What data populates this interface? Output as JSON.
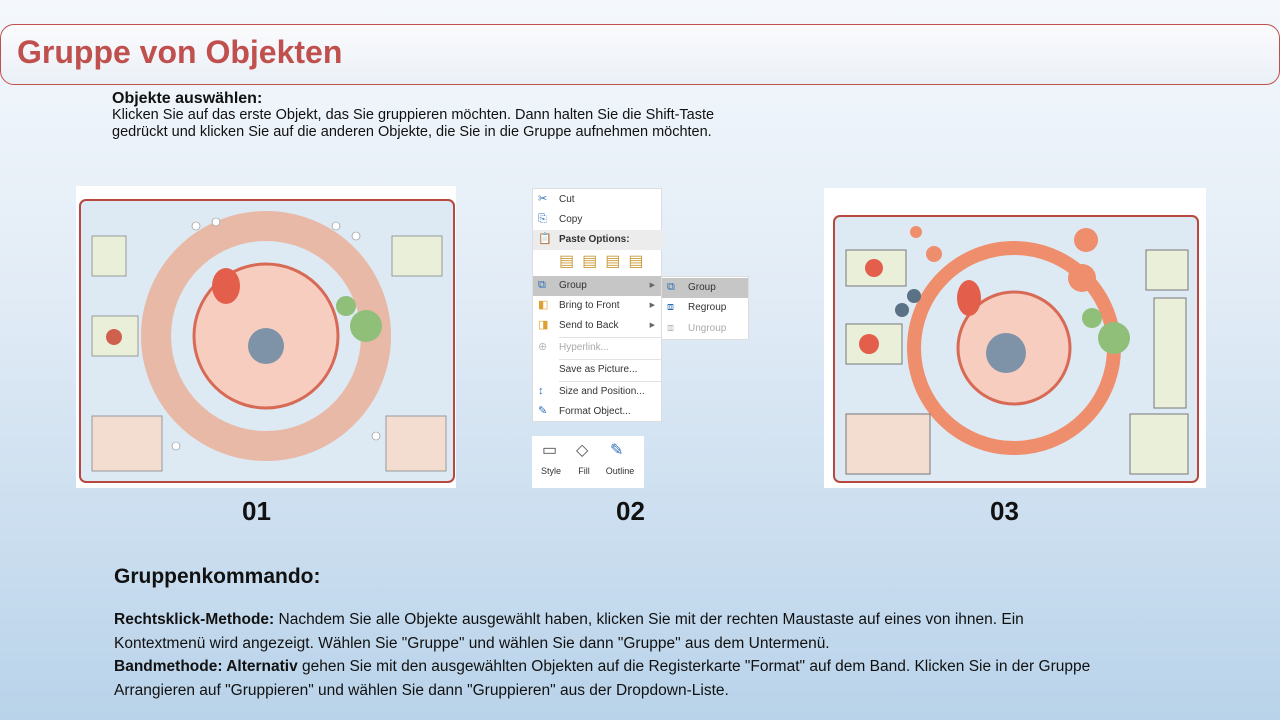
{
  "title": "Gruppe von Objekten",
  "intro": {
    "heading": "Objekte auswählen:",
    "text": "Klicken Sie auf das erste Objekt, das Sie gruppieren möchten. Dann halten Sie die Shift-Taste gedrückt und klicken Sie auf die anderen Objekte, die Sie in die Gruppe aufnehmen möchten."
  },
  "steps": [
    "01",
    "02",
    "03"
  ],
  "context_menu": {
    "items": [
      "Cut",
      "Copy",
      "Paste Options:",
      "Group",
      "Bring to Front",
      "Send to Back",
      "Hyperlink...",
      "Save as Picture...",
      "Size and Position...",
      "Format Object..."
    ],
    "submenu": [
      "Group",
      "Regroup",
      "Ungroup"
    ]
  },
  "format_bar": [
    "Style",
    "Fill",
    "Outline"
  ],
  "command": {
    "heading": "Gruppenkommando:",
    "m1_label": "Rechtsklick-Methode:",
    "m1_text": " Nachdem Sie alle Objekte ausgewählt haben, klicken Sie mit der rechten Maustaste auf eines von ihnen. Ein Kontextmenü wird angezeigt. Wählen Sie \"Gruppe\" und wählen Sie dann \"Gruppe\" aus dem Untermenü.",
    "m2_label": "Bandmethode: Alternativ",
    "m2_text": " gehen Sie mit den ausgewählten Objekten auf die Registerkarte \"Format\" auf dem Band. Klicken Sie in der Gruppe Arrangieren auf \"Gruppieren\" und wählen Sie dann \"Gruppieren\" aus der Dropdown-Liste."
  },
  "colors": {
    "accent": "#c0504d"
  }
}
